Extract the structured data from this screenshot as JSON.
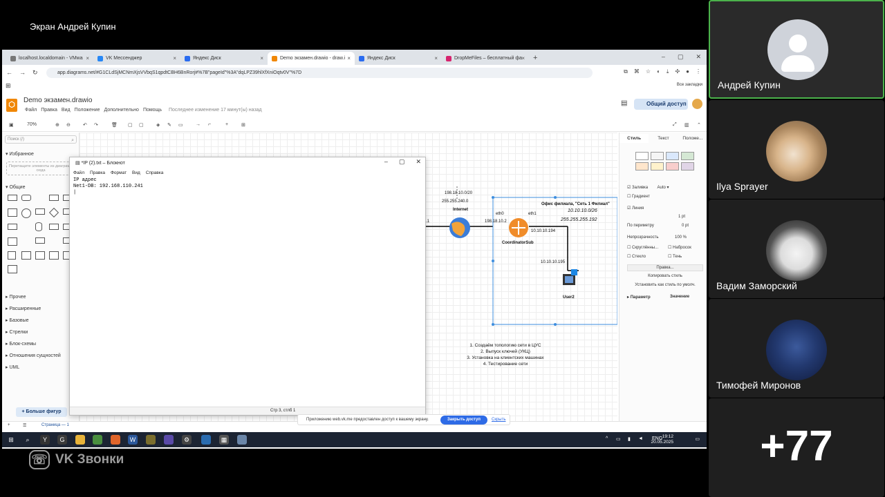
{
  "call": {
    "title": "Экран Андрей Купин",
    "brand": "VK Звонки",
    "participants": [
      {
        "name": "Андрей Купин"
      },
      {
        "name": "Ilya Sprayer"
      },
      {
        "name": "Вадим Заморский"
      },
      {
        "name": "Тимофей Миронов"
      }
    ],
    "more_count": "+77"
  },
  "browser": {
    "tabs": [
      {
        "label": "localhost.localdomain - VMwa"
      },
      {
        "label": "VK Мессенджер"
      },
      {
        "label": "Яндекс Диск"
      },
      {
        "label": "Demo экзамен.drawio - draw.i"
      },
      {
        "label": "Яндекс Диск"
      },
      {
        "label": "DropMeFiles – бесплатный фа"
      }
    ],
    "url": "app.diagrams.net/#G1CLdSjMCNmXjsVVbqS1qpdtCBH6BnRorj#%7B\"pageId\"%3A\"dqLPZ39hlXfXniOqtv0V\"%7D",
    "bookmarks_all": "Все закладки"
  },
  "drawio": {
    "title": "Demo экзамен.drawio",
    "menu": [
      "Файл",
      "Правка",
      "Вид",
      "Положение",
      "Дополнительно",
      "Помощь"
    ],
    "last_change": "Последнее изменение 17 минут(ы) назад",
    "share": "Общий доступ",
    "zoom": "70%",
    "search_placeholder": "Поиск (/)",
    "favorites": "Избранное",
    "drop_note": "Перетащите элементы из диаграмм сюда",
    "general": "Общие",
    "sections": [
      "Прочее",
      "Расширенные",
      "Базовые",
      "Стрелки",
      "Блок-схемы",
      "Отношения сущностей",
      "UML"
    ],
    "more_shapes": "Больше фигур",
    "page_tab": "Страница — 1",
    "right_tabs": [
      "Стиль",
      "Текст",
      "Положе..."
    ],
    "fill": "Заливка",
    "fill_value": "Auto",
    "gradient": "Градиент",
    "line": "Линия",
    "line_width": "1 pt",
    "perimeter": "По периметру",
    "perimeter_value": "0 pt",
    "opacity": "Непрозрачность",
    "opacity_value": "100 %",
    "rounded": "Скруглённы...",
    "sketch": "Набросок",
    "glass": "Стекло",
    "shadow": "Тень",
    "edit": "Правка...",
    "copy_style": "Копировать стиль",
    "set_default": "Установить как стиль по умолч.",
    "param": "Параметр",
    "value": "Значение"
  },
  "diagram": {
    "net_ip": "198.18.10.0/20",
    "net_mask": "255.255.240.0",
    "internet": "Internet",
    "dot1": ".1",
    "eth0": "eth0",
    "eth1": "eth1",
    "ip_eth0": "198.18.10.2",
    "router": "CoordinatorSub",
    "ip_eth1": "10.10.10.194",
    "office_title": "Офис филиала, \"Сеть 1 Филиал\"",
    "office_net": "10.10.10.0/26",
    "office_mask": "255.255.255.192",
    "user_ip": "10.10.10.195",
    "user": "User2",
    "steps": [
      "1. Создаём топологию сети в ЦУС",
      "2. Выпуск ключей (УКЦ)",
      "3. Установка на клиентских машинах",
      "4. Тестирование сети"
    ]
  },
  "notepad": {
    "title": "*IP (2).txt – Блокнот",
    "menu": [
      "Файл",
      "Правка",
      "Формат",
      "Вид",
      "Справка"
    ],
    "line1": "IP адрес",
    "line2": "Net1-DB: 192.168.110.241",
    "status": "Стр 3, стлб 1"
  },
  "permission": {
    "text": "Приложению web.vk.me предоставлен доступ к вашему экрану.",
    "allow": "Закрыть доступ",
    "hide": "Скрыть"
  },
  "taskbar": {
    "lang": "ENG",
    "time": "19:12",
    "date": "20.05.2025"
  }
}
